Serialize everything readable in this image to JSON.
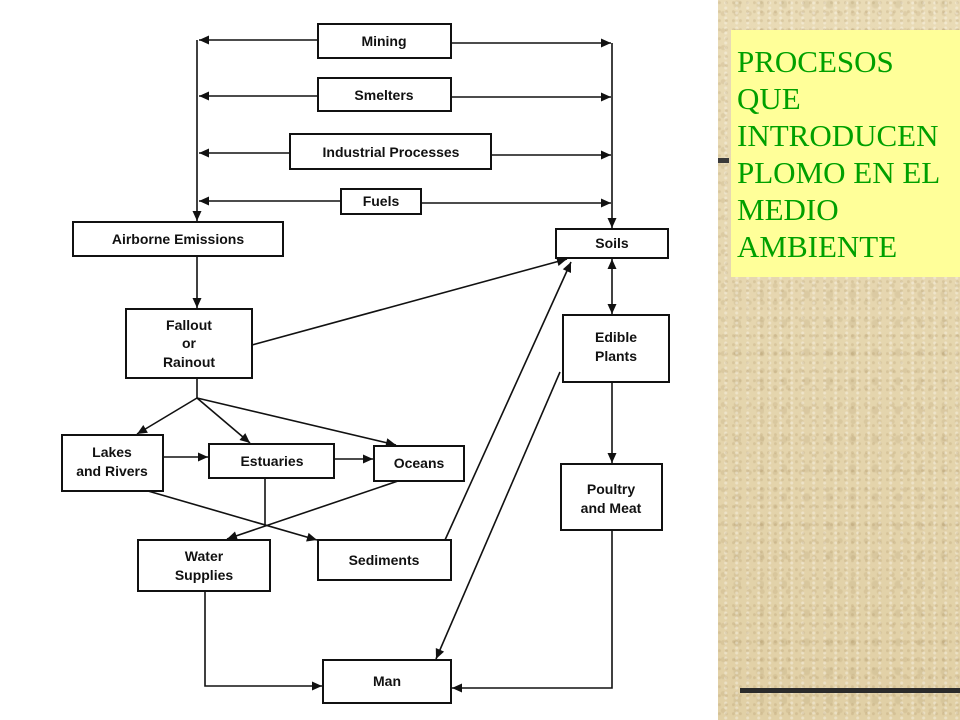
{
  "slide": {
    "title_lines": [
      "PROCESOS",
      "QUE",
      "INTRODUCEN",
      "PLOMO EN EL",
      "MEDIO",
      "AMBIENTE"
    ]
  },
  "diagram": {
    "mining": "Mining",
    "smelters": "Smelters",
    "industrial_processes": "Industrial Processes",
    "fuels": "Fuels",
    "airborne_emissions": "Airborne Emissions",
    "soils": "Soils",
    "fallout": [
      "Fallout",
      "or",
      "Rainout"
    ],
    "edible_plants": [
      "Edible",
      "Plants"
    ],
    "lakes_rivers": [
      "Lakes",
      "and Rivers"
    ],
    "estuaries": "Estuaries",
    "oceans": "Oceans",
    "poultry_meat": [
      "Poultry",
      "and Meat"
    ],
    "water_supplies": [
      "Water",
      "Supplies"
    ],
    "sediments": "Sediments",
    "man": "Man"
  },
  "colors": {
    "title_box": "#ffff99",
    "title_text": "#00a000",
    "panel": "#e6d7b0",
    "diagram_bg": "#ffffff",
    "ink": "#111111"
  }
}
